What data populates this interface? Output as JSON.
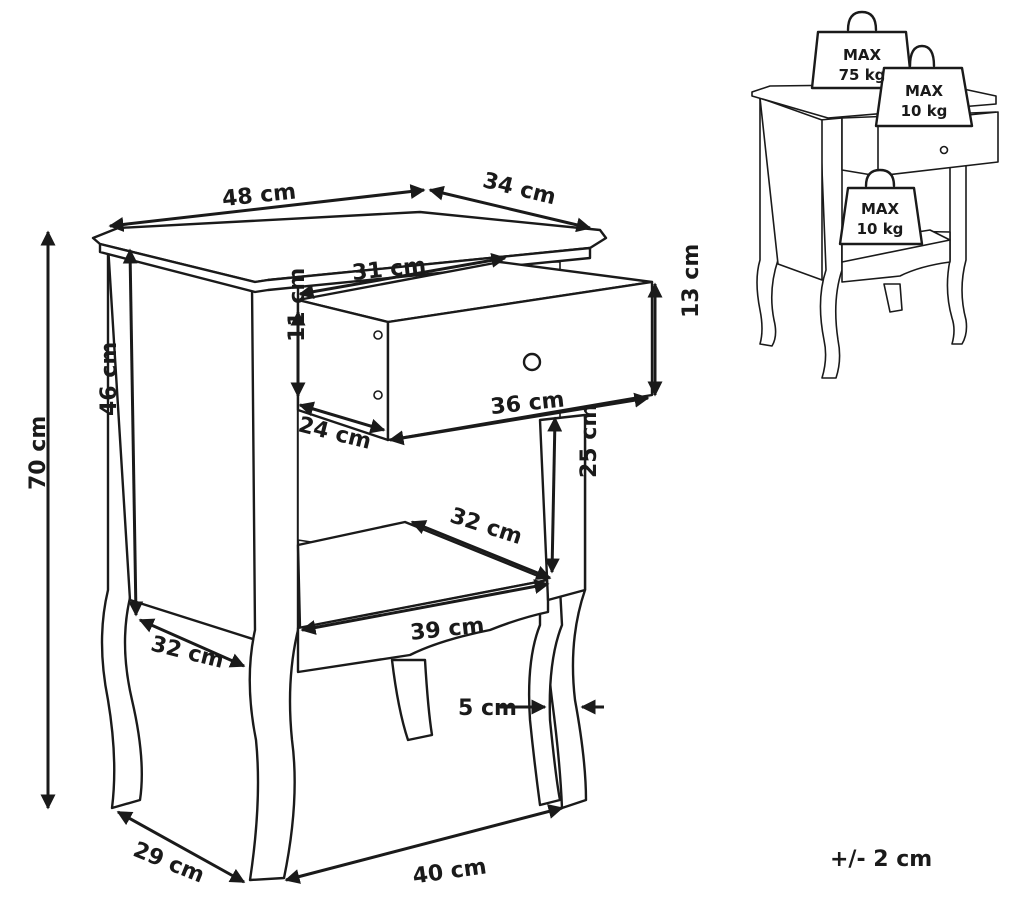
{
  "dimensions": {
    "width_top": "48 cm",
    "depth_top": "34 cm",
    "height_total": "70 cm",
    "height_side": "46 cm",
    "drawer_width": "31 cm",
    "drawer_height_inner": "11 cm",
    "drawer_height_front": "13 cm",
    "drawer_depth": "24 cm",
    "drawer_front_width": "36 cm",
    "shelf_clearance": "25 cm",
    "shelf_depth": "32 cm",
    "shelf_width": "39 cm",
    "side_depth": "32 cm",
    "leg_width": "5 cm",
    "base_depth": "29 cm",
    "base_width": "40 cm"
  },
  "tolerance": "+/- 2 cm",
  "load_limits": {
    "top": {
      "line1": "MAX",
      "line2": "75 kg"
    },
    "drawer": {
      "line1": "MAX",
      "line2": "10 kg"
    },
    "shelf": {
      "line1": "MAX",
      "line2": "10 kg"
    }
  }
}
